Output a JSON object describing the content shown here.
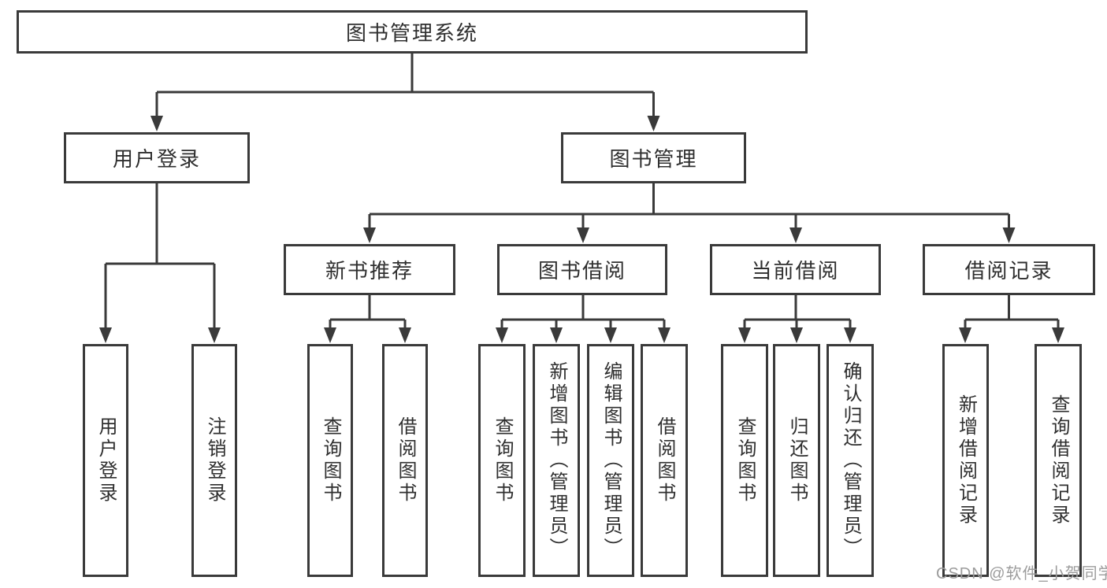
{
  "diagram": {
    "root": {
      "label": "图书管理系统",
      "children": [
        {
          "label": "用户登录",
          "children": [
            {
              "label": "用户登录"
            },
            {
              "label": "注销登录"
            }
          ]
        },
        {
          "label": "图书管理",
          "children": [
            {
              "label": "新书推荐",
              "children": [
                {
                  "label": "查询图书"
                },
                {
                  "label": "借阅图书"
                }
              ]
            },
            {
              "label": "图书借阅",
              "children": [
                {
                  "label": "查询图书"
                },
                {
                  "label": "新增图书（管理员）"
                },
                {
                  "label": "编辑图书（管理员）"
                },
                {
                  "label": "借阅图书"
                }
              ]
            },
            {
              "label": "当前借阅",
              "children": [
                {
                  "label": "查询图书"
                },
                {
                  "label": "归还图书"
                },
                {
                  "label": "确认归还（管理员）"
                }
              ]
            },
            {
              "label": "借阅记录",
              "children": [
                {
                  "label": "新增借阅记录"
                },
                {
                  "label": "查询借阅记录"
                }
              ]
            }
          ]
        }
      ]
    }
  },
  "watermark": {
    "text": "CSDN @软件_小贺同学"
  },
  "colors": {
    "line": "#3a3a3a",
    "text": "#2f2f2f",
    "background": "#ffffff",
    "watermark": "#9c9c9c"
  }
}
